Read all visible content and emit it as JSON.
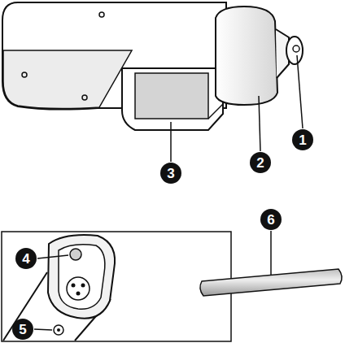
{
  "diagram": {
    "labels": [
      "1",
      "2",
      "3",
      "4",
      "5",
      "6"
    ]
  }
}
